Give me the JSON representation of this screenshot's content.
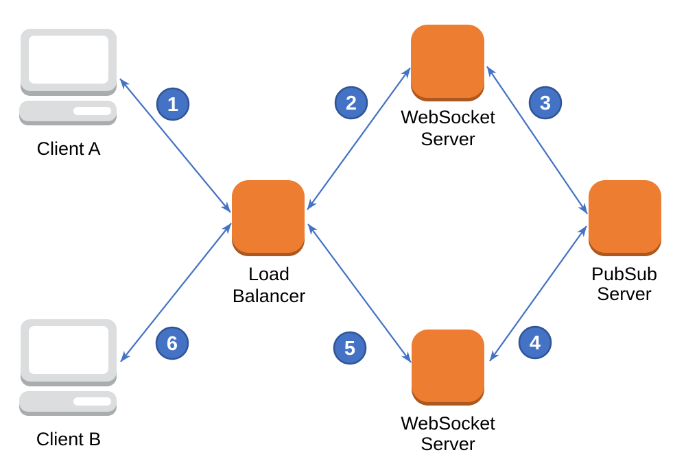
{
  "diagram": {
    "type": "architecture-flow",
    "background": "#ffffff",
    "nodes": {
      "client_a": {
        "label": "Client A",
        "icon": "laptop-icon"
      },
      "client_b": {
        "label": "Client B",
        "icon": "laptop-icon"
      },
      "load_balancer": {
        "line1": "Load",
        "line2": "Balancer",
        "icon": "server-box-icon"
      },
      "websocket_server_top": {
        "line1": "WebSocket",
        "line2": "Server",
        "icon": "server-box-icon"
      },
      "websocket_server_bottom": {
        "line1": "WebSocket",
        "line2": "Server",
        "icon": "server-box-icon"
      },
      "pubsub_server": {
        "line1": "PubSub",
        "line2": "Server",
        "icon": "server-box-icon"
      }
    },
    "connections": [
      {
        "number": "1",
        "between": [
          "client_a",
          "load_balancer"
        ],
        "arrowheads": "both"
      },
      {
        "number": "2",
        "between": [
          "load_balancer",
          "websocket_server_top"
        ],
        "arrowheads": "both"
      },
      {
        "number": "3",
        "between": [
          "websocket_server_top",
          "pubsub_server"
        ],
        "arrowheads": "both"
      },
      {
        "number": "4",
        "between": [
          "pubsub_server",
          "websocket_server_bottom"
        ],
        "arrowheads": "both"
      },
      {
        "number": "5",
        "between": [
          "websocket_server_bottom",
          "load_balancer"
        ],
        "arrowheads": "both"
      },
      {
        "number": "6",
        "between": [
          "load_balancer",
          "client_b"
        ],
        "arrowheads": "both"
      }
    ],
    "colors": {
      "node_fill": "#ED7D31",
      "node_shadow": "#AC581E",
      "arrow": "#4472C4",
      "badge_fill": "#4472C4",
      "badge_border": "#2F5597",
      "badge_text": "#FFFFFF",
      "laptop_body": "#DBDDDE",
      "laptop_shadow": "#A9ADAE",
      "laptop_screen": "#FFFFFF",
      "label_text": "#000000"
    }
  }
}
